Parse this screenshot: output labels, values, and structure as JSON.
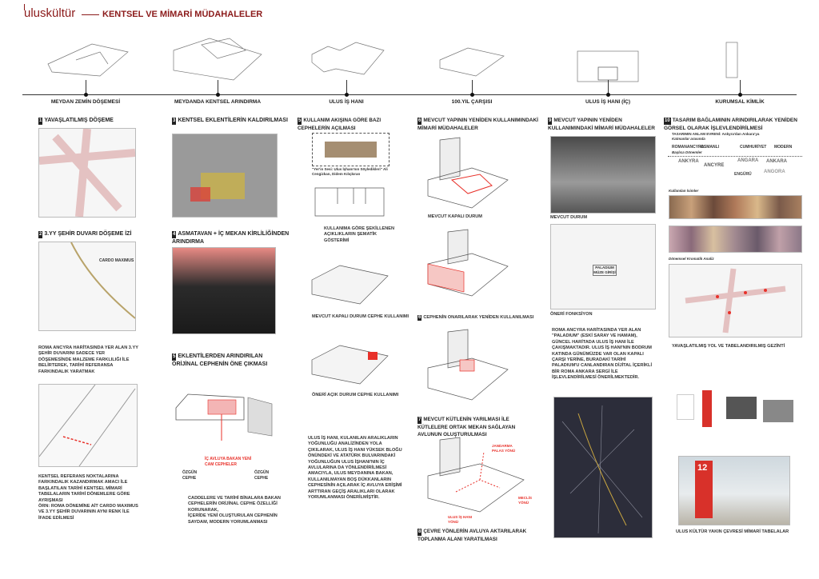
{
  "header": {
    "brand": "uluskültür",
    "title": "KENTSEL VE MİMARİ MÜDAHALELER",
    "accent": "#8b1a1a"
  },
  "timeline": [
    "MEYDAN ZEMİN DÖŞEMESİ",
    "MEYDANDA KENTSEL ARINDIRMA",
    "ULUS İŞ HANI",
    "100.YIL ÇARŞISI",
    "ULUS İŞ HANI (İÇ)",
    "KURUMSAL KİMLİK"
  ],
  "col1": {
    "h1": {
      "n": "1",
      "t": "YAVAŞLATILMIŞ DÖŞEME"
    },
    "h2": {
      "n": "2",
      "t": "3.YY ŞEHİR DUVARI DÖŞEME İZİ"
    },
    "map_label": "CARDO MAXIMUS",
    "p1": "ROMA ANCYRA HARİTASINDA YER ALAN 3.YY ŞEHİR DUVARINI SADECE YER DÖŞEMESİNDE MALZEME FARKLILIĞI İLE BELİRTEREK, TARİHİ REFERANSA FARKINDALIK YARATMAK",
    "p2": "KENTSEL REFERANS NOKTALARINA FARKINDALIK KAZANDIRMAK AMACI İLE BAŞLATILAN TARİHİ KENTSEL MİMARİ TABELALARIN TARİHİ DÖNEMLERE GÖRE AYRIŞMASI",
    "p3": "ÖRN: ROMA DÖNEMİNE AİT CARDO MAXIMUS VE 3.YY ŞEHİR DUVARININ AYNI RENK İLE İFADE EDİLMESİ"
  },
  "col2": {
    "h1": {
      "n": "3",
      "t": "KENTSEL EKLENTİLERİN KALDIRILMASI"
    },
    "h2": {
      "n": "4",
      "t": "ASMATAVAN + İÇ MEKAN KİRLİLİĞİNDEN ARINDIRMA"
    },
    "h3": {
      "n": "5",
      "t": "EKLENTİLERDEN ARINDIRILAN ORİJİNAL CEPHENİN ÖNE ÇIKMASI"
    },
    "callout": "İÇ AVLUYA BAKAN YENİ CAM CEPHELER",
    "left_label": "ÖZGÜN CEPHE",
    "right_label": "ÖZGÜN CEPHE",
    "p1": "CADDELERE VE TARİHİ BİNALARA BAKAN CEPHELERİN ORİJİNAL CEPHE ÖZELLİĞİ KORUNARAK,",
    "p2": "İÇERİDE YENİ OLUŞTURULAN CEPHENİN SAYDAM, MODERN YORUMLANMASI"
  },
  "col3": {
    "h1": {
      "n": "5",
      "t": "KULLANIM AKIŞINA GÖRE BAZI CEPHELERİN AÇILMASI"
    },
    "caption": "\"Yer'in Sesi: Ulus İşhanı'nın Söyledikleri\" Ali Cengizkan, Didem Kılıçkıran",
    "c1": "KULLANIMA GÖRE ŞEKİLLENEN AÇIKLIKLARIN ŞEMATİK GÖSTERİMİ",
    "c2": "MEVCUT KAPALI DURUM CEPHE KULLANIMI",
    "c3": "ÖNERİ AÇIK DURUM CEPHE KULLANIMI",
    "p": "ULUS İŞ HANI, KULANILAN ARALIKLARIN YOĞUNLUĞU ANALİZİNDEN YOLA ÇIKILARAK, ULUS İŞ HANI YÜKSEK BLOĞU ÖNÜNDEKİ VE ATATÜRK BULVARINDAKİ YOĞUNLUĞUN ULUS İŞHANI'NIN İÇ AVLULARINA DA YÖNLENDİRİLMESİ AMACIYLA, ULUS MEYDANINA BAKAN, KULLANILMAYAN BOŞ DÜKKANLARIN CEPHESİNİN AÇILARAK İÇ AVLUYA ERİŞİMİ ARTTIRAN GEÇİŞ ARALIKLARI OLARAK YORUMLANMASI ÖNERİLMİŞTİR."
  },
  "col4": {
    "h1": {
      "n": "6",
      "t": "MEVCUT YAPININ YENİDEN KULLANIMINDAKİ MİMARİ MÜDAHALELER"
    },
    "c1": "MEVCUT KAPALI DURUM",
    "c2": {
      "n": "6",
      "t": "CEPHENİN ONARILARAK YENİDEN KULLANILMASI"
    },
    "h2": {
      "n": "7",
      "t": "MEVCUT KÜTLENİN YARILMASI İLE KÜTLELERE ORTAK MEKAN SAĞLAYAN AVLUNUN OLUŞTURULMASI"
    },
    "dir1": "JANDARMA PALAS YÖNÜ",
    "dir2": "MECLİS YÖNÜ",
    "dir3": "ULUS İŞ HANI YÖNÜ",
    "h3": {
      "n": "8",
      "t": "ÇEVRE YÖNLERİN AVLUYA AKTARILARAK TOPLANMA ALANI YARATILMASI"
    }
  },
  "col5": {
    "h1": {
      "n": "9",
      "t": "MEVCUT YAPININ YENİDEN KULLANIMINDAKİ MİMARİ MÜDAHALELER"
    },
    "c1": "MEVCUT DURUM",
    "sign": "PALADIUM MÜZE GİRİŞİ",
    "c2": "ÖNERİ FONKSİYON",
    "p": "ROMA ANCYRA HARİTASINDA YER ALAN \"PALADIUM\" (ESKİ SARAY VE HAMAM), GÜNCEL HARİTADA ULUS İŞ HANI İLE ÇAKIŞMAKTADIR. ULUS İŞ HANI'NIN BODRUM KATINDA GÜNÜMÜZDE VAR OLAN KAPALI ÇARŞI YERİNE, BURADAKİ TARİHİ PALADIUM'U CANLANDIRAN DİJİTAL İÇERİKLİ BİR ROMA ANKARA SERGİ İLE İŞLEVLENDİRİLMESİ ÖNERİLMEKTEDİR."
  },
  "col6": {
    "h1": {
      "n": "10",
      "t": "TASARIM BAĞLAMININ ARINDIRILARAK YENİDEN GÖRSEL OLARAK İŞLEVLENDİRİLMESİ"
    },
    "sub1": "TASARIMIN ANLAM EVRENİ: Ankyra'dan Ankara'ya",
    "sub1b": "Katmanlar arasında",
    "periods": [
      "ROMANANCYRA",
      "OSMANLI",
      "CUMHURİYET",
      "MODERN"
    ],
    "periods_sub": "Başlıca Dönemler",
    "names": [
      "ANKYRA",
      "ANCYRE",
      "ANGARA",
      "ANKARA",
      "ENGÜRÜ",
      "ANGORA"
    ],
    "k1": "Kullanılan İsimler",
    "k2": "Dönemsel Kromatik Analiz",
    "c1": "YAVAŞLATILMIŞ YOL VE TABELANDIRILMIŞ GEZİNTİ",
    "c2": "ULUS KÜLTÜR YAKIN ÇEVRESİ MİMARİ TABELALAR",
    "sign_num": "12"
  }
}
